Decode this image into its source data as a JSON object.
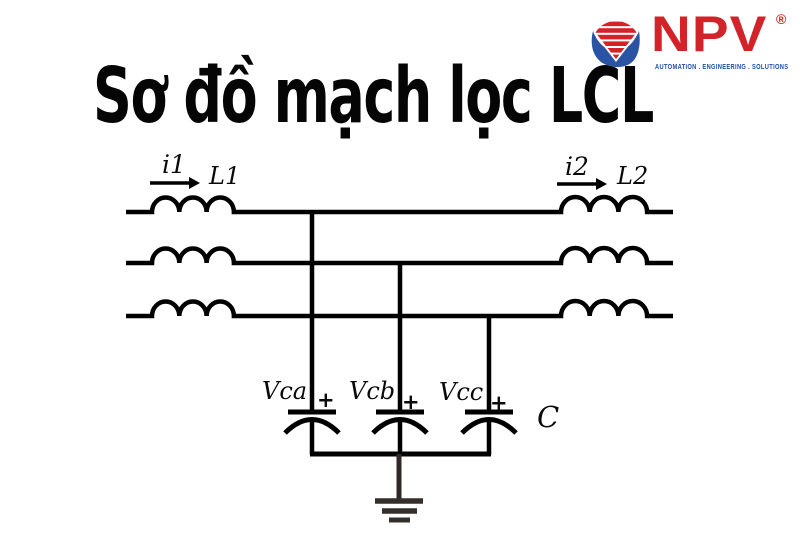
{
  "header": {
    "logo": {
      "brand": "NPV",
      "registered_mark": "®",
      "tagline": "AUTOMATION . ENGINEERING . SOLUTIONS",
      "colors": {
        "brand_red": "#d22329",
        "tagline_blue": "#1d4fa3",
        "mark_blue": "#2a53a3"
      }
    }
  },
  "title": {
    "text": "Sơ đồ mạch lọc LCL"
  },
  "diagram": {
    "type": "three-phase LCL filter schematic",
    "colors": {
      "line": "#000000",
      "ground": "#352f2c"
    },
    "labels": {
      "current_in": "i1",
      "inductor_in": "L1",
      "current_out": "i2",
      "inductor_out": "L2",
      "cap_a_voltage": "Vca",
      "cap_b_voltage": "Vcb",
      "cap_c_voltage": "Vcc",
      "capacitor": "C",
      "polarity": "+"
    },
    "components": {
      "phases": 3,
      "grid_side_inductor": "L1",
      "converter_side_inductor": "L2",
      "filter_capacitors": [
        "Vca",
        "Vcb",
        "Vcc"
      ],
      "capacitor_bank": "C",
      "grounded": true
    }
  }
}
